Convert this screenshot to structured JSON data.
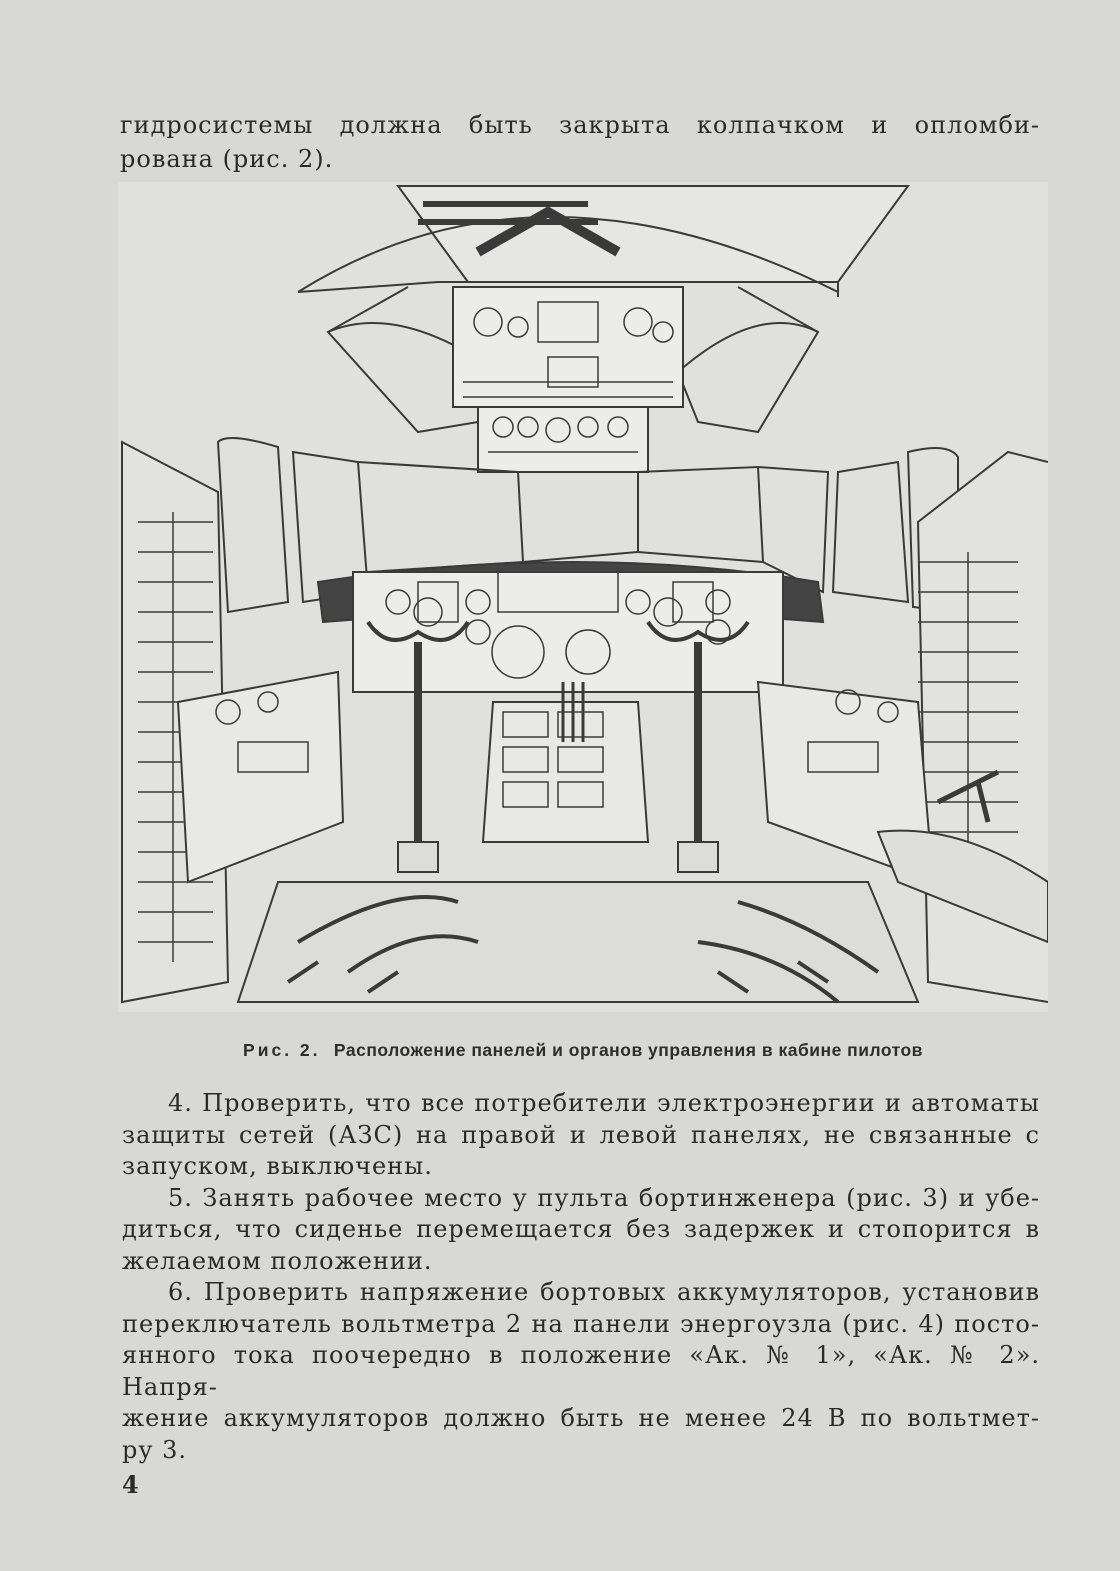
{
  "top_text": {
    "line1": "гидросистемы должна быть закрыта колпачком и опломби-",
    "line2": "рована (рис. 2)."
  },
  "figure": {
    "caption_label": "Рис. 2.",
    "caption_text": "Расположение панелей и органов управления в кабине пилотов"
  },
  "body": {
    "p4_l1": "4. Проверить, что все потребители электроэнергии и автоматы",
    "p4_l2": "защиты сетей (АЗС) на правой и левой панелях, не связанные с",
    "p4_l3": "запуском, выключены.",
    "p5_l1": "5. Занять рабочее место у пульта бортинженера (рис. 3) и убе-",
    "p5_l2": "диться, что сиденье перемещается без задержек и стопорится в",
    "p5_l3": "желаемом положении.",
    "p6_l1": "6. Проверить напряжение бортовых аккумуляторов, установив",
    "p6_l2": "переключатель вольтметра 2 на панели энергоузла (рис. 4) посто-",
    "p6_l3": "янного тока поочередно в положение «Ак. № 1», «Ак. № 2». Напря-",
    "p6_l4": "жение аккумуляторов должно быть не менее 24 В по вольтмет-",
    "p6_l5": "ру 3."
  },
  "page_number": "4"
}
